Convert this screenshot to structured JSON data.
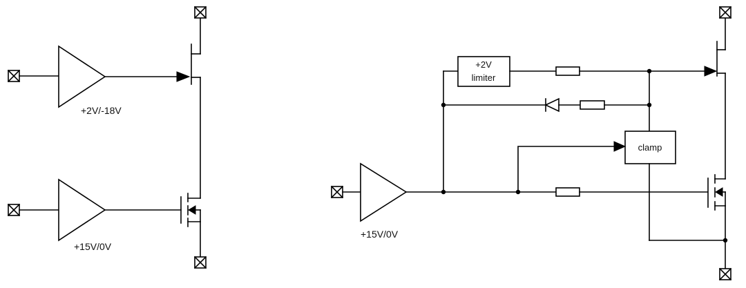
{
  "left_circuit": {
    "top_amp_label": "+2V/-18V",
    "bottom_amp_label": "+15V/0V"
  },
  "right_circuit": {
    "limiter_label_line1": "+2V",
    "limiter_label_line2": "limiter",
    "clamp_label": "clamp",
    "amp_label": "+15V/0V"
  }
}
